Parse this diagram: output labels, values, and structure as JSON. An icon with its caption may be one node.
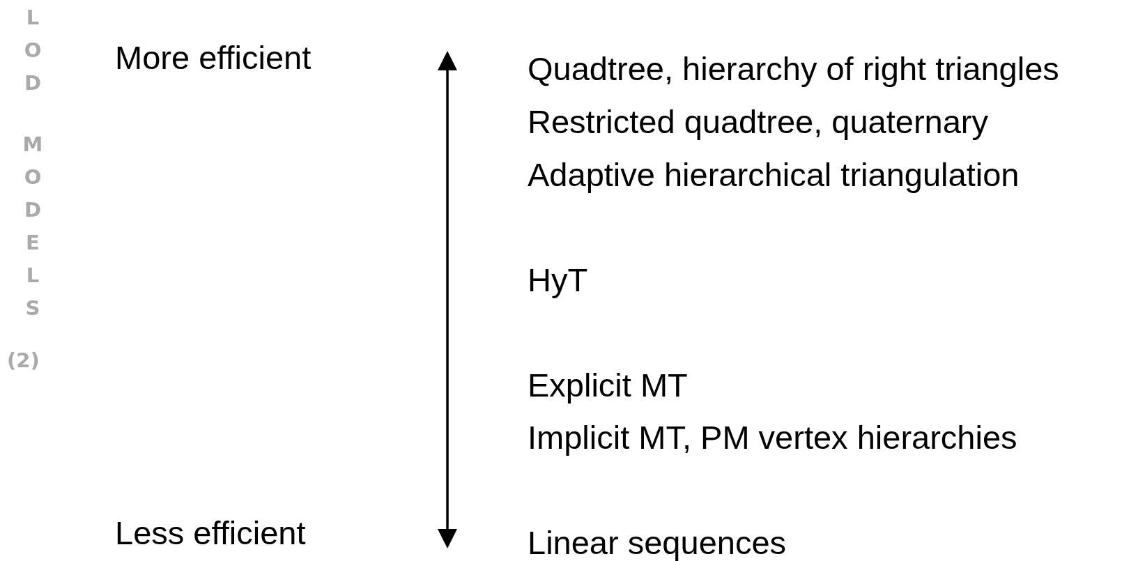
{
  "diagram": {
    "labels": [
      "LOD",
      "MODELS",
      "(2)",
      "More efficient",
      "Quadtree, hierarchy of right triangles",
      "Restricted quadtree, quaternary",
      "Adaptive hierarchical triangulation",
      "HyT",
      "Explicit MT",
      "Implicit MT, PM vertex hierarchies",
      "Less efficient",
      "Linear sequences"
    ]
  }
}
